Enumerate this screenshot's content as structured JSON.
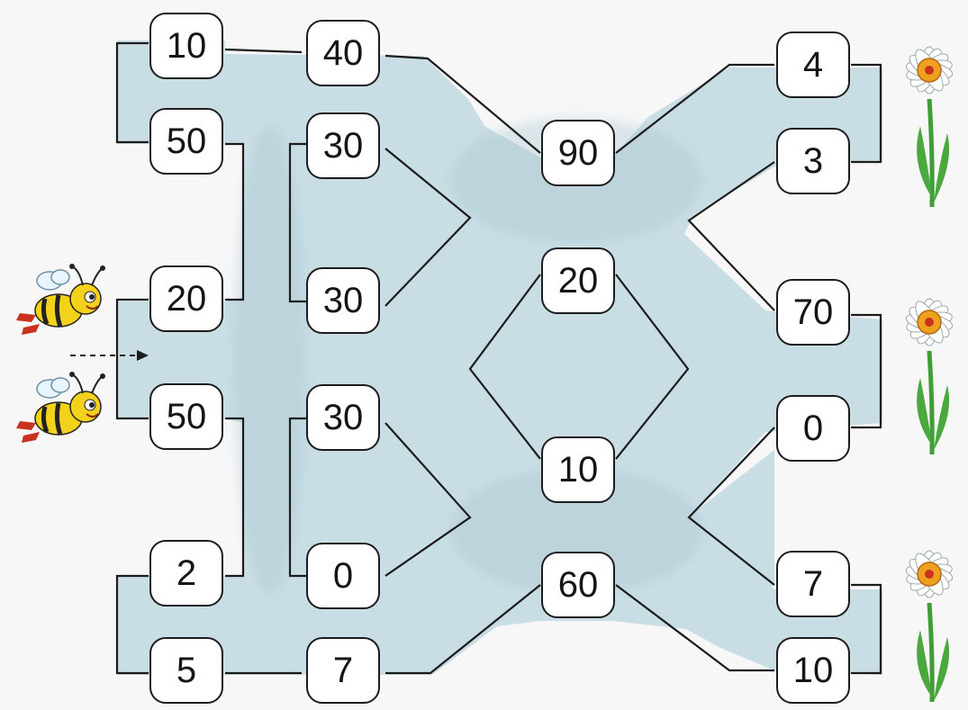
{
  "puzzle": {
    "left_column_1": [
      "10",
      "50",
      "20",
      "50",
      "2",
      "5"
    ],
    "left_column_2": [
      "40",
      "30",
      "30",
      "30",
      "0",
      "7"
    ],
    "center_column": [
      "90",
      "20",
      "10",
      "60"
    ],
    "right_column": [
      "4",
      "3",
      "70",
      "0",
      "7",
      "10"
    ]
  },
  "pictures": {
    "bees": [
      "bee-icon",
      "bee-icon"
    ],
    "flowers": [
      "daisy-icon",
      "daisy-icon",
      "daisy-icon"
    ],
    "entry_marker": "dashed-arrow-icon"
  },
  "colors": {
    "path": "#c9dde4",
    "path_shade": "#b3cdd6",
    "box_border": "#1c1c1c",
    "bee_yellow": "#f4d21c",
    "petal": "#ffffff",
    "flower_center": "#f0a020",
    "stem": "#3f9e35"
  }
}
